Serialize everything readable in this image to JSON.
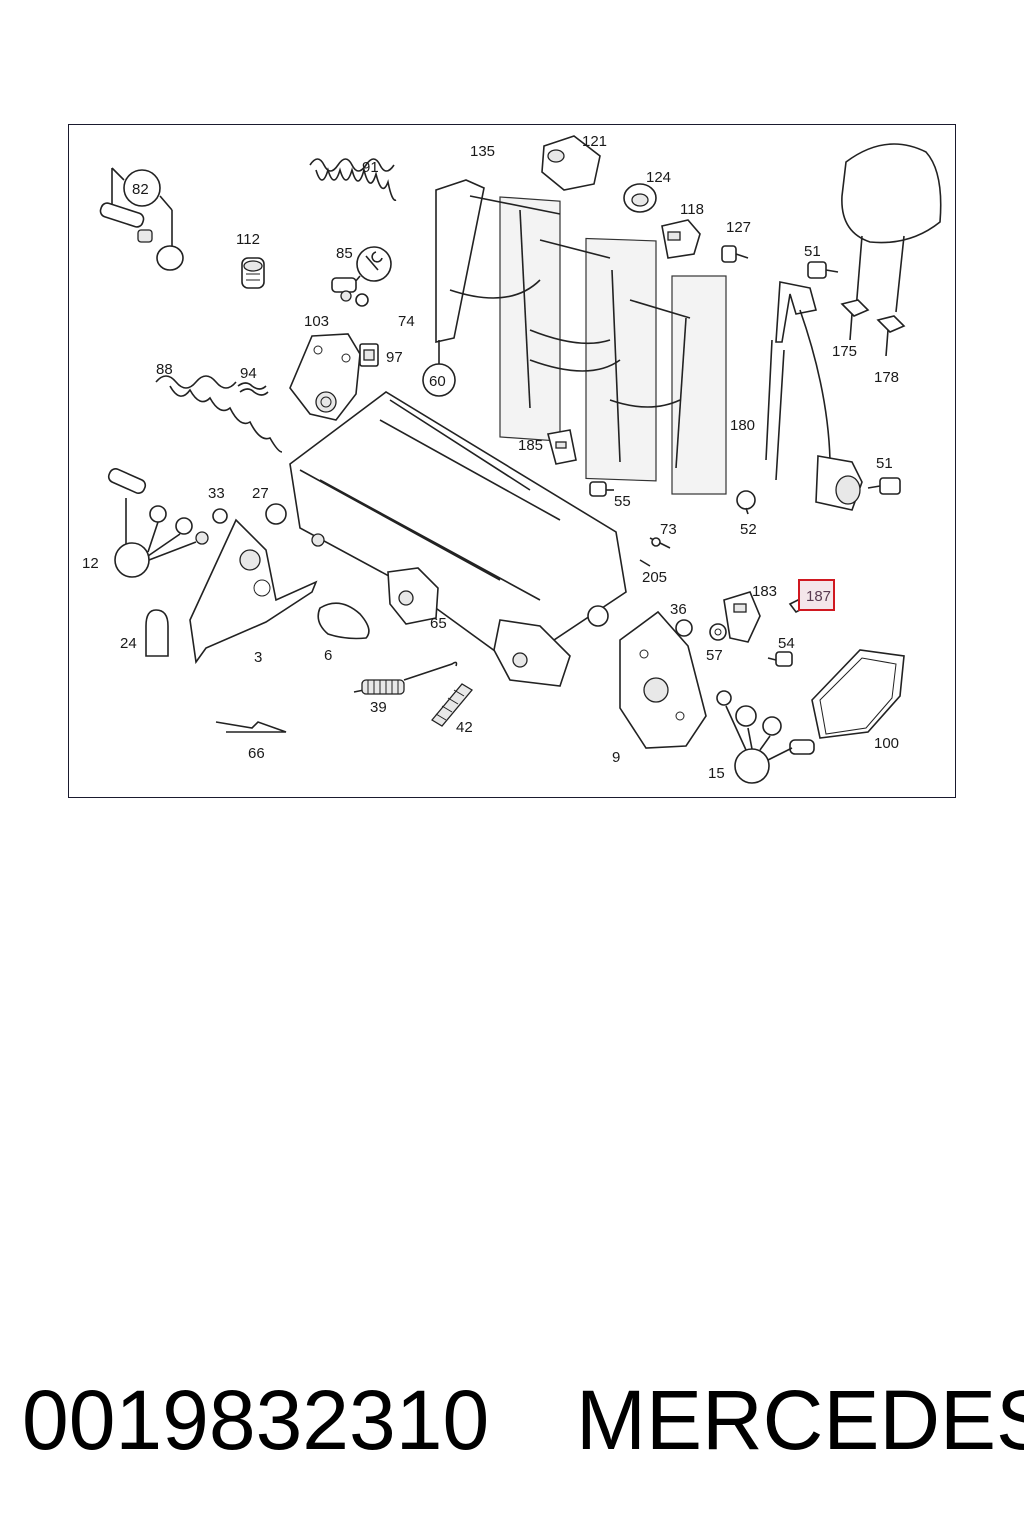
{
  "diagram": {
    "callouts": {
      "c82": "82",
      "c91": "91",
      "c135": "135",
      "c121": "121",
      "c124": "124",
      "c118": "118",
      "c127": "127",
      "c51a": "51",
      "c112": "112",
      "c85": "85",
      "c103": "103",
      "c74": "74",
      "c97": "97",
      "c60": "60",
      "c175": "175",
      "c178": "178",
      "c88": "88",
      "c94": "94",
      "c180": "180",
      "c185": "185",
      "c51b": "51",
      "c55": "55",
      "c52": "52",
      "c33": "33",
      "c27": "27",
      "c73": "73",
      "c12": "12",
      "c205": "205",
      "c183": "183",
      "c187": "187",
      "c36": "36",
      "c54": "54",
      "c24": "24",
      "c3": "3",
      "c6": "6",
      "c65": "65",
      "c57": "57",
      "c39": "39",
      "c42": "42",
      "c100": "100",
      "c66": "66",
      "c9": "9",
      "c15": "15"
    },
    "highlighted_callout": "187",
    "colors": {
      "frame": "#1a1a2e",
      "highlight": "#d01820"
    }
  },
  "footer": {
    "part_number": "0019832310",
    "brand": "MERCEDES"
  }
}
